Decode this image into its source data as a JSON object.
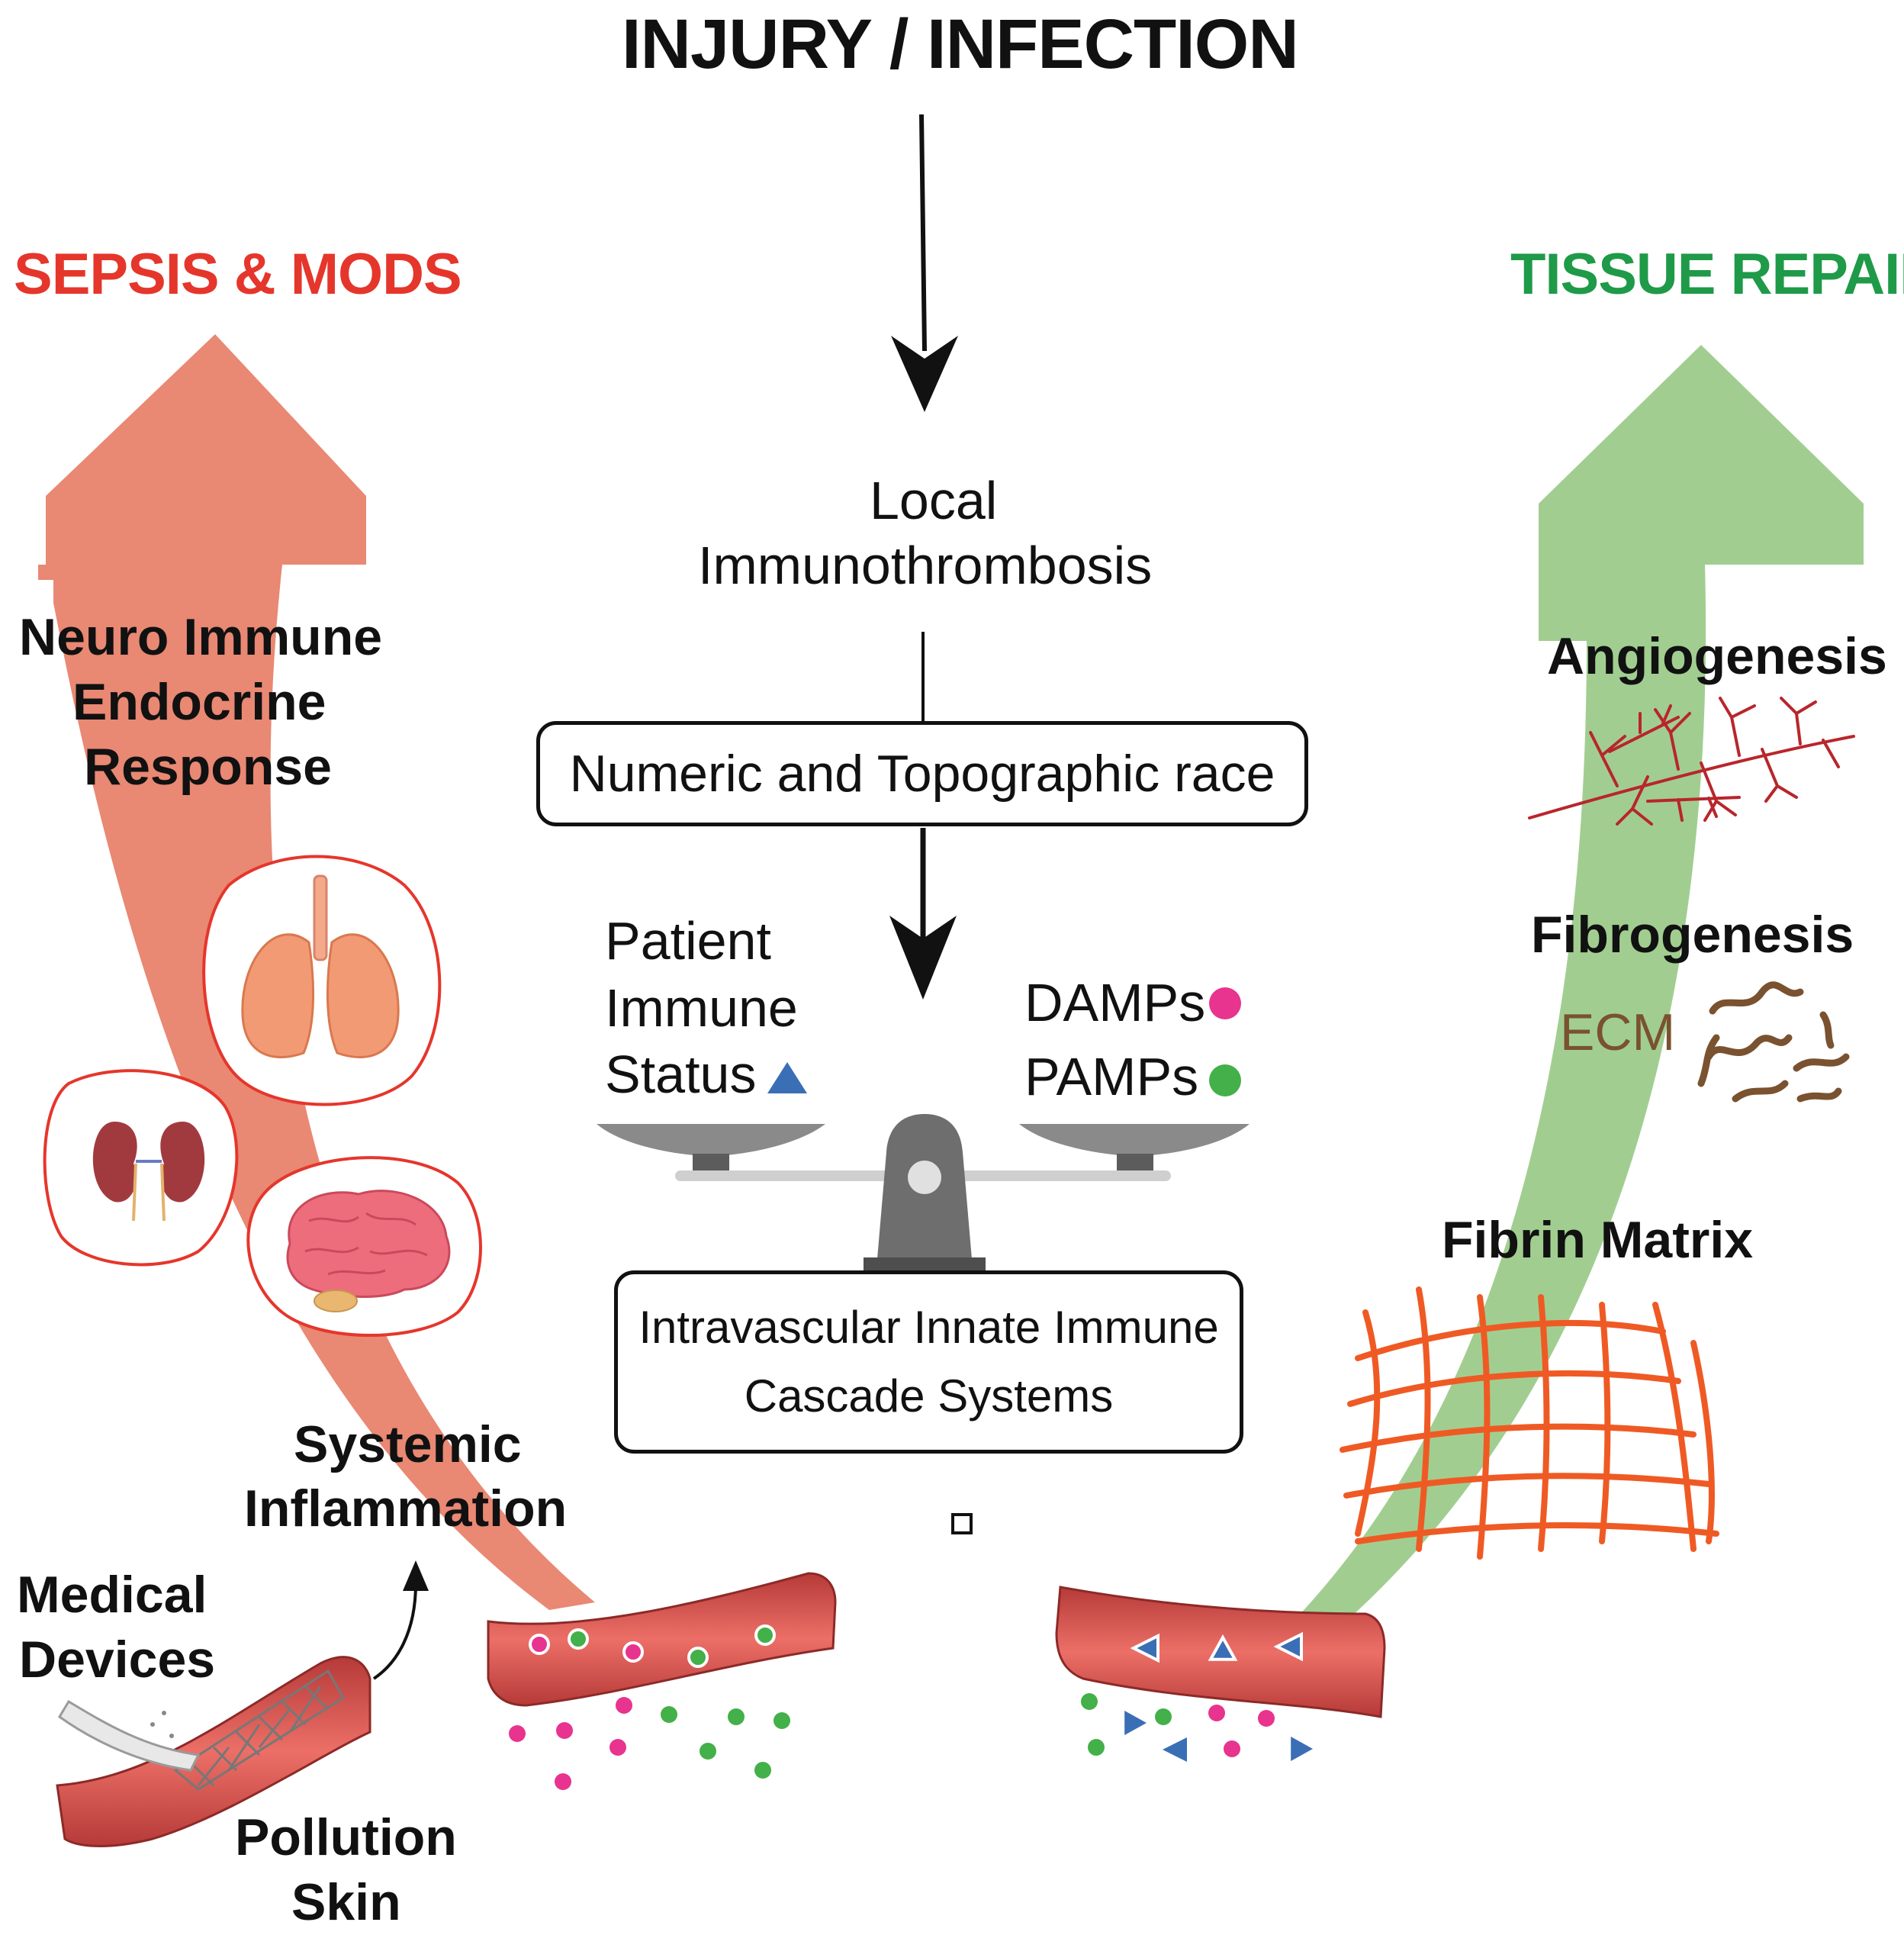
{
  "header": {
    "title": "INJURY / INFECTION"
  },
  "left": {
    "title": "SEPSIS & MODS",
    "title_color": "#e5362c",
    "arrow_color": "#e8826b",
    "response": [
      "Neuro Immune",
      "Endocrine",
      "Response"
    ],
    "organs": [
      "lungs-icon",
      "kidneys-icon",
      "brain-icon"
    ],
    "systemic": [
      "Systemic",
      "Inflammation"
    ],
    "devices": [
      "Medical",
      "Devices"
    ],
    "pollution": [
      "Pollution",
      "Skin"
    ]
  },
  "center": {
    "local": [
      "Local",
      "Immunothrombosis"
    ],
    "race_box": "Numeric and Topographic race",
    "patient": [
      "Patient",
      "Immune",
      "Status"
    ],
    "damps": "DAMPs",
    "pamps": "PAMPs",
    "cascade": [
      "Intravascular Innate Immune",
      "Cascade Systems"
    ],
    "damps_color": "#e8338f",
    "pamps_color": "#43b049",
    "triangle_color": "#3a6fb5"
  },
  "right": {
    "title": "TISSUE REPAIR",
    "title_color": "#1f9a48",
    "arrow_color": "#9ccb8a",
    "angiogenesis": "Angiogenesis",
    "fibrogenesis": "Fibrogenesis",
    "ecm": "ECM",
    "fibrin": "Fibrin Matrix",
    "ecm_color": "#7a5230",
    "fibrin_color": "#ef5a24"
  }
}
